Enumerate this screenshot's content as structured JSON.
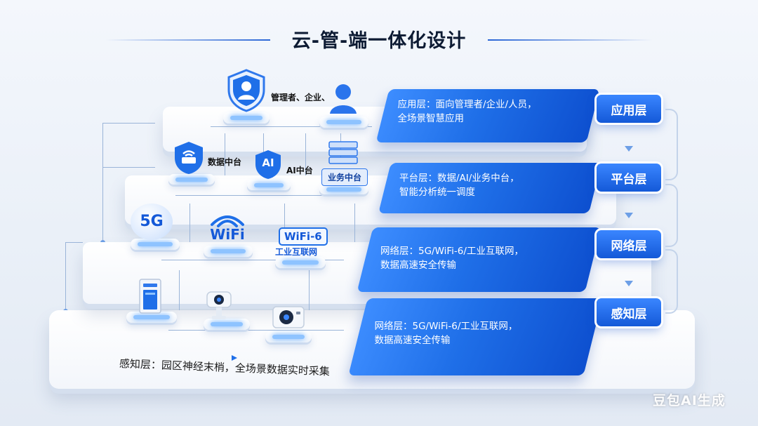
{
  "title": "云-管-端一体化设计",
  "layers": {
    "app": {
      "badge": "应用层",
      "panel_line1": "应用层：面向管理者/企业/人员，",
      "panel_line2": "全场景智慧应用",
      "icon_label": "管理者、企业、"
    },
    "platform": {
      "badge": "平台层",
      "panel_line1": "平台层：数据/AI/业务中台，",
      "panel_line2": "智能分析统一调度",
      "data_label": "数据中台",
      "ai_icon_text": "AI",
      "ai_label": "AI中台",
      "biz_label": "业务中台"
    },
    "network": {
      "badge": "网络层",
      "panel_line1": "网络层：5G/WiFi-6/工业互联网，",
      "panel_line2": "数据高速安全传输",
      "icon_5g": "5G",
      "icon_wifi": "WiFi",
      "icon_wifi6": "WiFi-6",
      "icon_industrial": "工业互联网"
    },
    "sensing": {
      "badge": "感知层",
      "panel_line1": "网络层：5G/WiFi-6/工业互联网，",
      "panel_line2": "数据高速安全传输"
    }
  },
  "caption": "感知层：园区神经末梢，全场景数据实时采集",
  "watermark": "豆包AI生成",
  "colors": {
    "accent": "#1f6fe8",
    "panel_dark": "#0d4fcf",
    "panel_light": "#3d8dff",
    "title": "#0d1b33"
  },
  "icons": [
    "shield-user-icon",
    "person-icon",
    "router-shield-icon",
    "ai-shield-icon",
    "server-stack-icon",
    "5g-icon",
    "wifi-icon",
    "wifi6-icon",
    "server-tower-icon",
    "camera-icon",
    "security-camera-icon"
  ]
}
